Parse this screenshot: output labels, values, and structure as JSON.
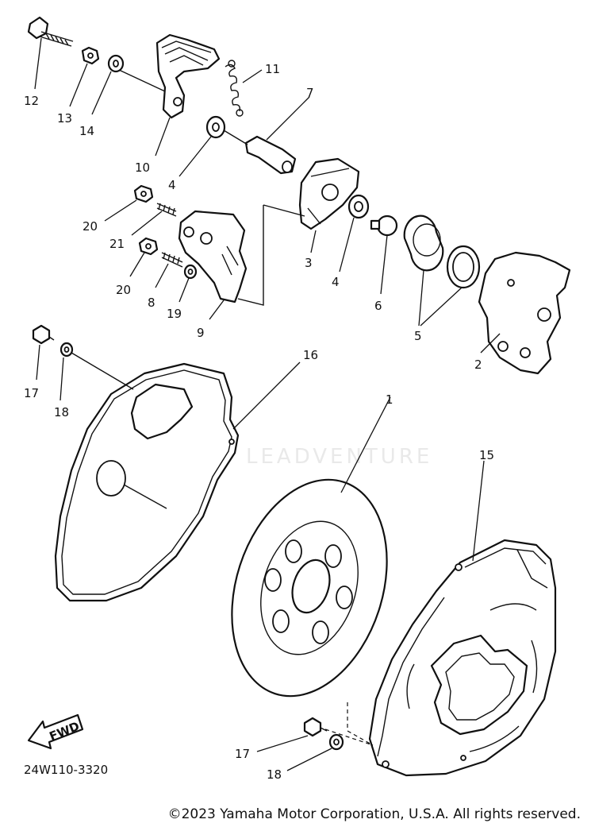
{
  "diagram": {
    "code": "24W110-3320",
    "fwd_label": "FWD",
    "callouts": {
      "c1": "1",
      "c2": "2",
      "c3": "3",
      "c4a": "4",
      "c4b": "4",
      "c5": "5",
      "c6": "6",
      "c7": "7",
      "c8": "8",
      "c9": "9",
      "c10": "10",
      "c11": "11",
      "c12": "12",
      "c13": "13",
      "c14": "14",
      "c15": "15",
      "c16": "16",
      "c17a": "17",
      "c17b": "17",
      "c18a": "18",
      "c18b": "18",
      "c19": "19",
      "c20a": "20",
      "c20b": "20",
      "c21": "21"
    }
  },
  "watermark": "LEADVENTURE",
  "footer": {
    "copyright": "©2023 Yamaha Motor Corporation, U.S.A. All rights reserved."
  }
}
